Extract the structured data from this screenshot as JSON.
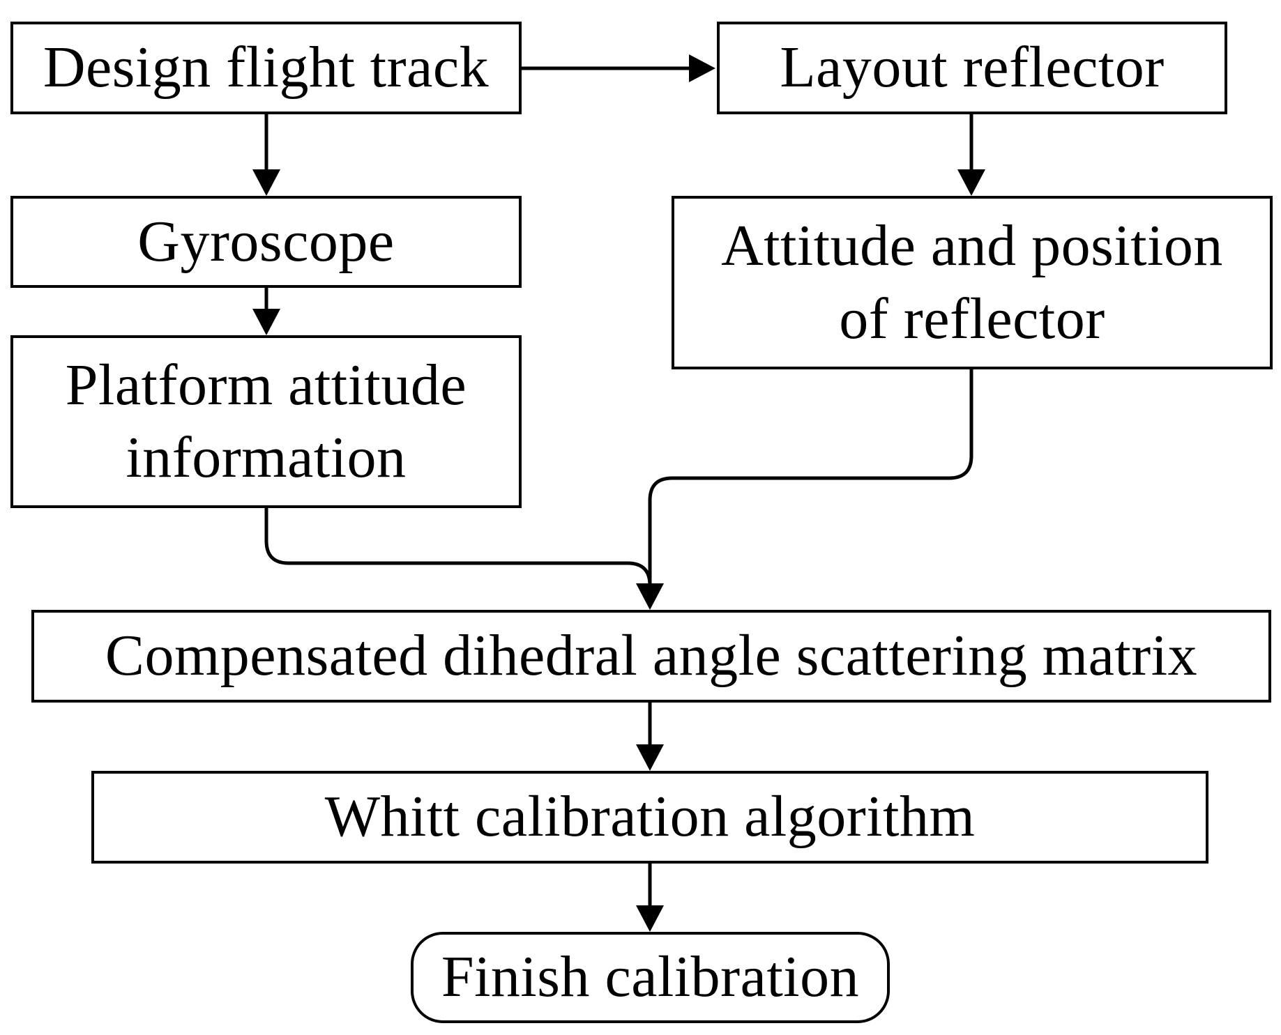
{
  "nodes": {
    "design_flight_track": "Design flight track",
    "layout_reflector": "Layout reflector",
    "gyroscope": "Gyroscope",
    "attitude_position_line1": "Attitude and position",
    "attitude_position_line2": "of reflector",
    "platform_attitude_line1": "Platform attitude",
    "platform_attitude_line2": "information",
    "compensated_matrix": "Compensated dihedral angle scattering matrix",
    "whitt_algorithm": "Whitt calibration algorithm",
    "finish_calibration": "Finish calibration"
  },
  "colors": {
    "stroke": "#000000",
    "background": "#ffffff"
  }
}
